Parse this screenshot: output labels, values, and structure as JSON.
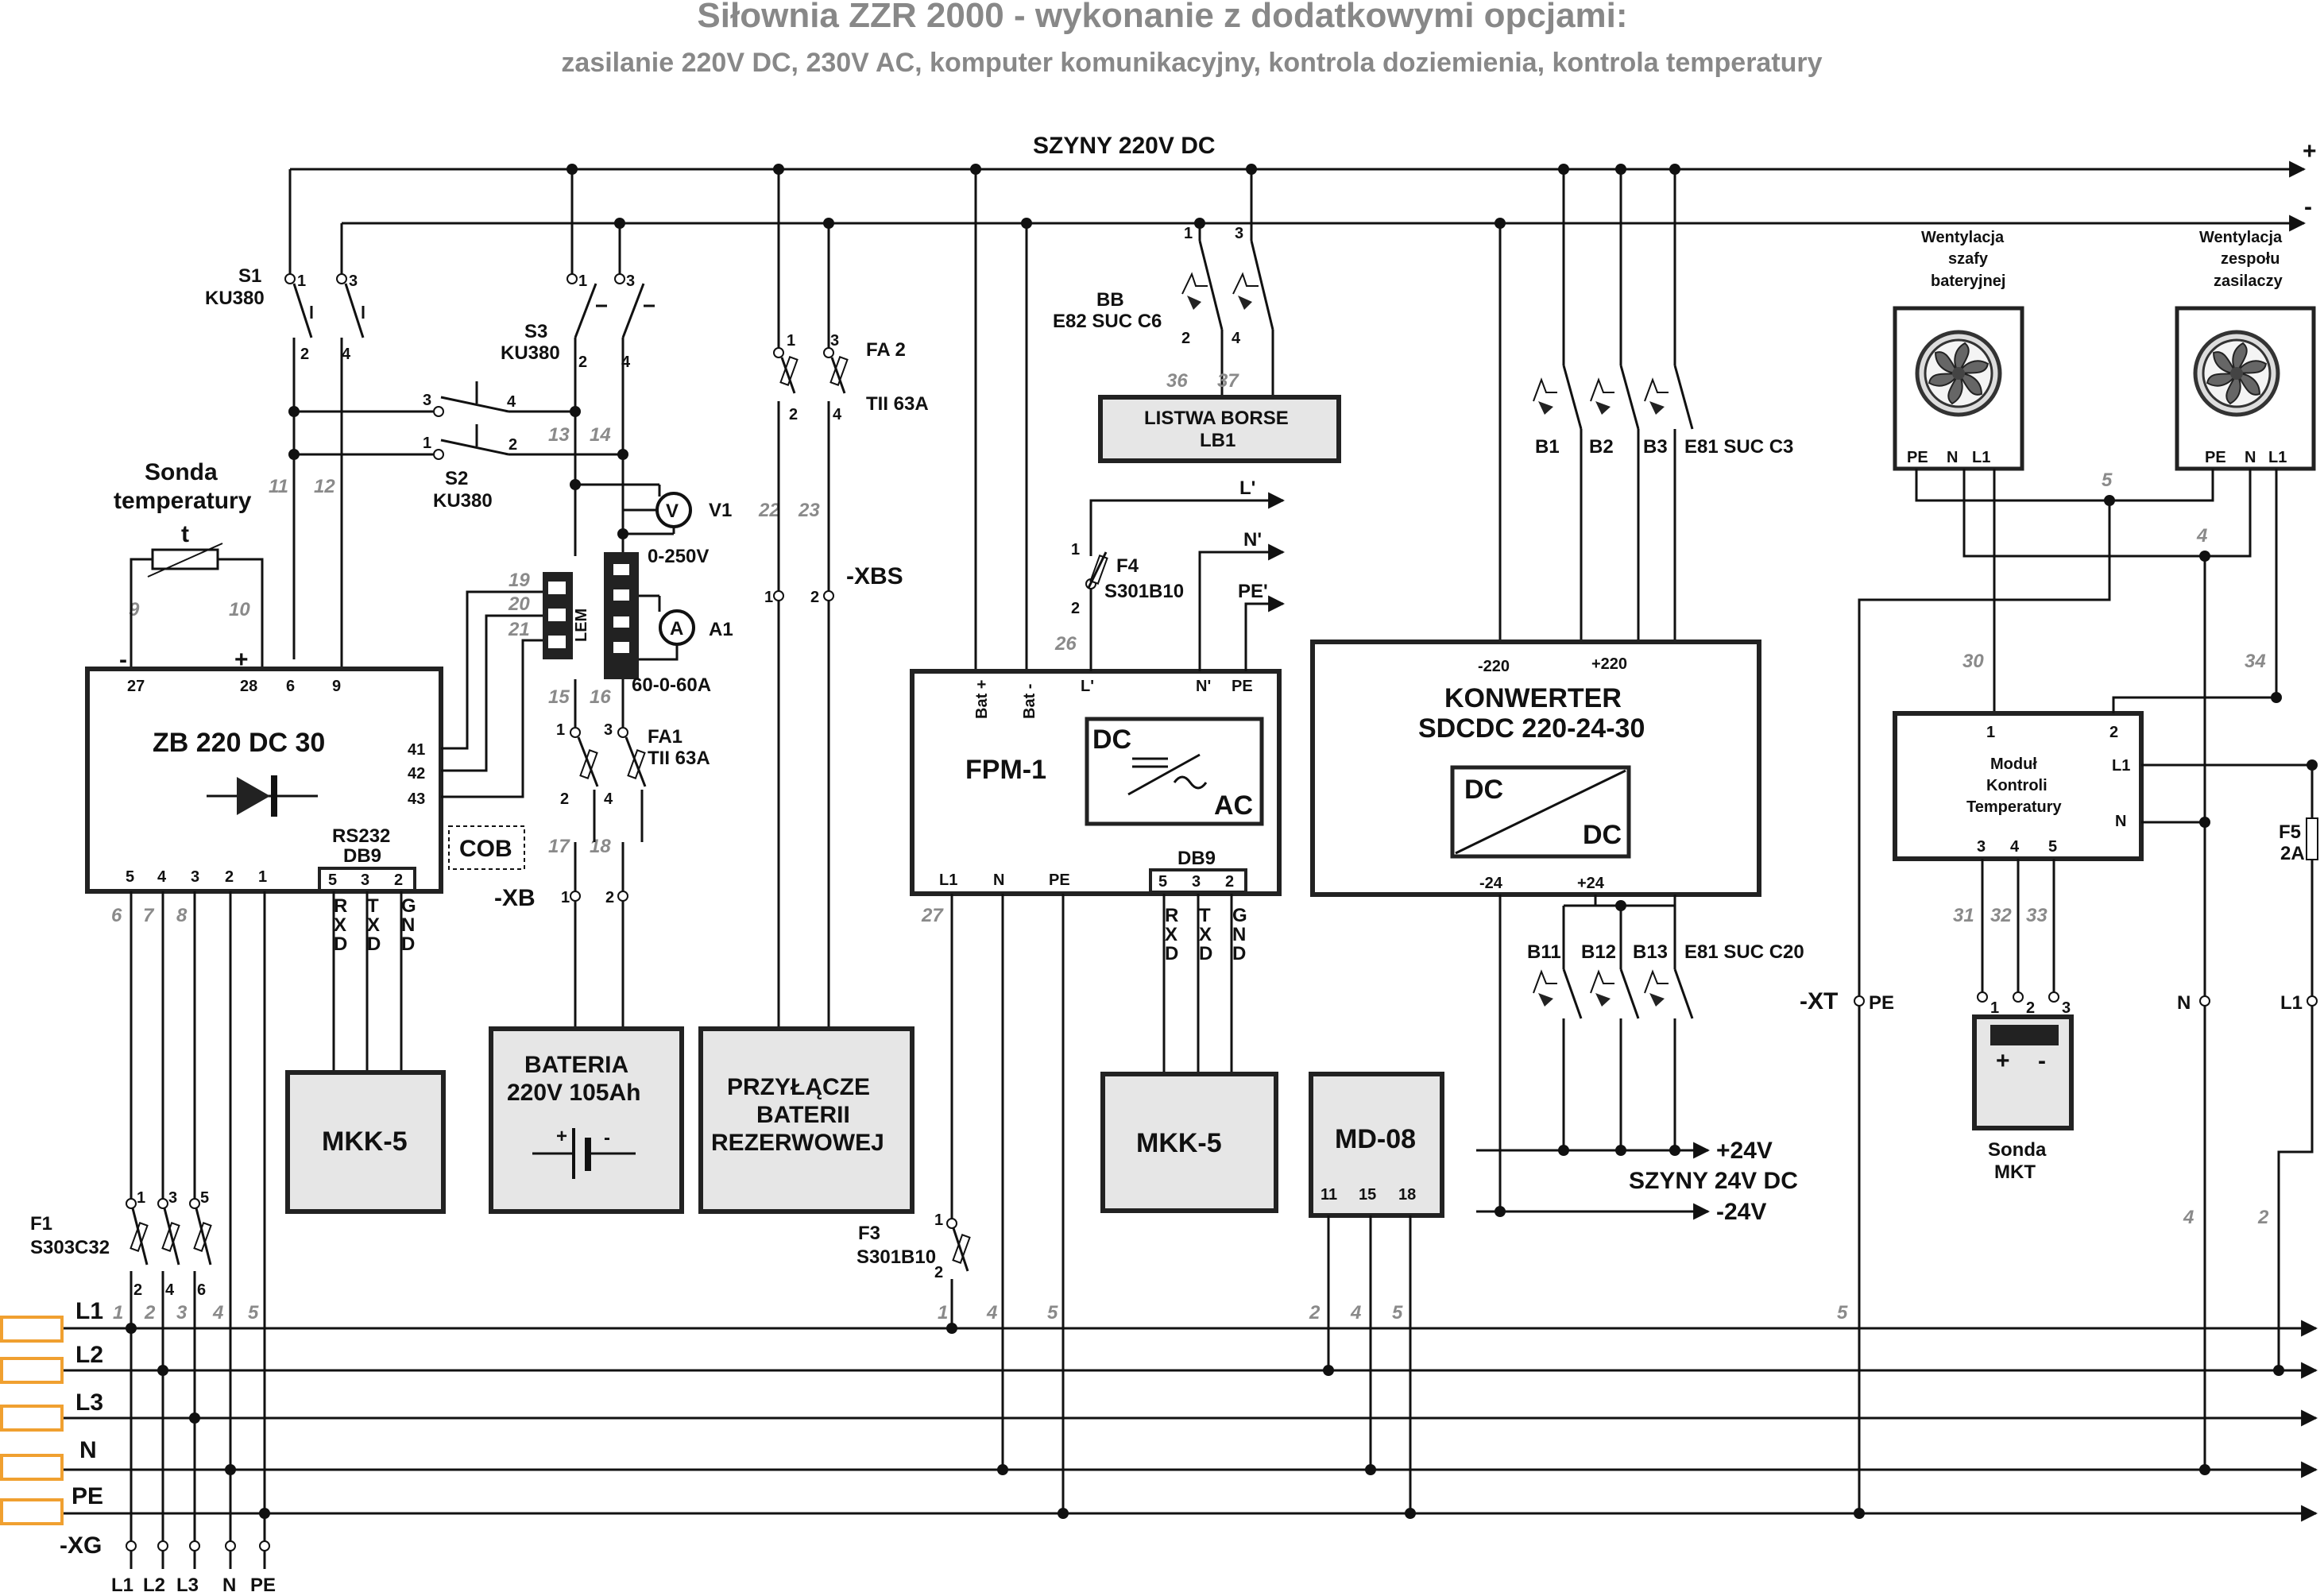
{
  "title": "Siłownia ZZR 2000 - wykonanie z dodatkowymi opcjami:",
  "subtitle": "zasilanie 220V DC, 230V AC, komputer komunikacyjny,  kontrola doziemienia, kontrola temperatury",
  "buses": {
    "dc220": "SZYNY 220V DC",
    "plus": "+",
    "minus": "-",
    "dc24": "SZYNY 24V DC",
    "plus24": "+24V",
    "minus24": "-24V"
  },
  "switches": {
    "s1": [
      "S1",
      "KU380"
    ],
    "s2": [
      "S2",
      "KU380"
    ],
    "s3": [
      "S3",
      "KU380"
    ],
    "bb": [
      "BB",
      "E82 SUC C6"
    ],
    "fa2": [
      "FA 2",
      "TII 63A"
    ],
    "fa1": [
      "FA1",
      "TII 63A"
    ],
    "f4": "F4",
    "f4type": "S301B10",
    "f3": [
      "F3",
      "S301B10"
    ],
    "f1": [
      "F1",
      "S303C32"
    ],
    "f5": [
      "F5",
      "2A"
    ],
    "b_upper": [
      "B1",
      "B2",
      "B3"
    ],
    "b_upper_type": "E81 SUC C3",
    "b_lower": [
      "B11",
      "B12",
      "B13"
    ],
    "b_lower_type": "E81 SUC C20"
  },
  "blocks": {
    "zb": "ZB 220 DC 30",
    "rs232": "RS232",
    "db9": "DB9",
    "fpm": "FPM-1",
    "dc": "DC",
    "ac": "AC",
    "konwerter": [
      "KONWERTER",
      "SDCDC 220-24-30"
    ],
    "mkk": "MKK-5",
    "md08": "MD-08",
    "bateria": [
      "BATERIA",
      "220V 105Ah"
    ],
    "przylacze": [
      "PRZYŁĄCZE",
      "BATERII",
      "REZERWOWEJ"
    ],
    "listwa": [
      "LISTWA BORSE",
      "LB1"
    ],
    "modul": [
      "Moduł",
      "Kontroli",
      "Temperatury"
    ],
    "sonda_mkt": [
      "Sonda",
      "MKT"
    ],
    "sonda_temp": [
      "Sonda",
      "temperatury"
    ],
    "cob": "COB",
    "lem": "LEM",
    "vent1": [
      "Wentylacja",
      "szafy",
      "bateryjnej"
    ],
    "vent2": [
      "Wentylacja",
      "zespołu",
      "zasilaczy"
    ]
  },
  "meters": {
    "v1": "V1",
    "v_range": "0-250V",
    "a1": "A1",
    "a_range": "60-0-60A",
    "v": "V",
    "a": "A"
  },
  "connectors": {
    "xb": "-XB",
    "xbs": "-XBS",
    "xt": "-XT",
    "xg": "-XG"
  },
  "ac_lines": [
    "L1",
    "L2",
    "L3",
    "N",
    "PE"
  ],
  "fpm_outputs": [
    "L'",
    "N'",
    "PE'"
  ]
}
